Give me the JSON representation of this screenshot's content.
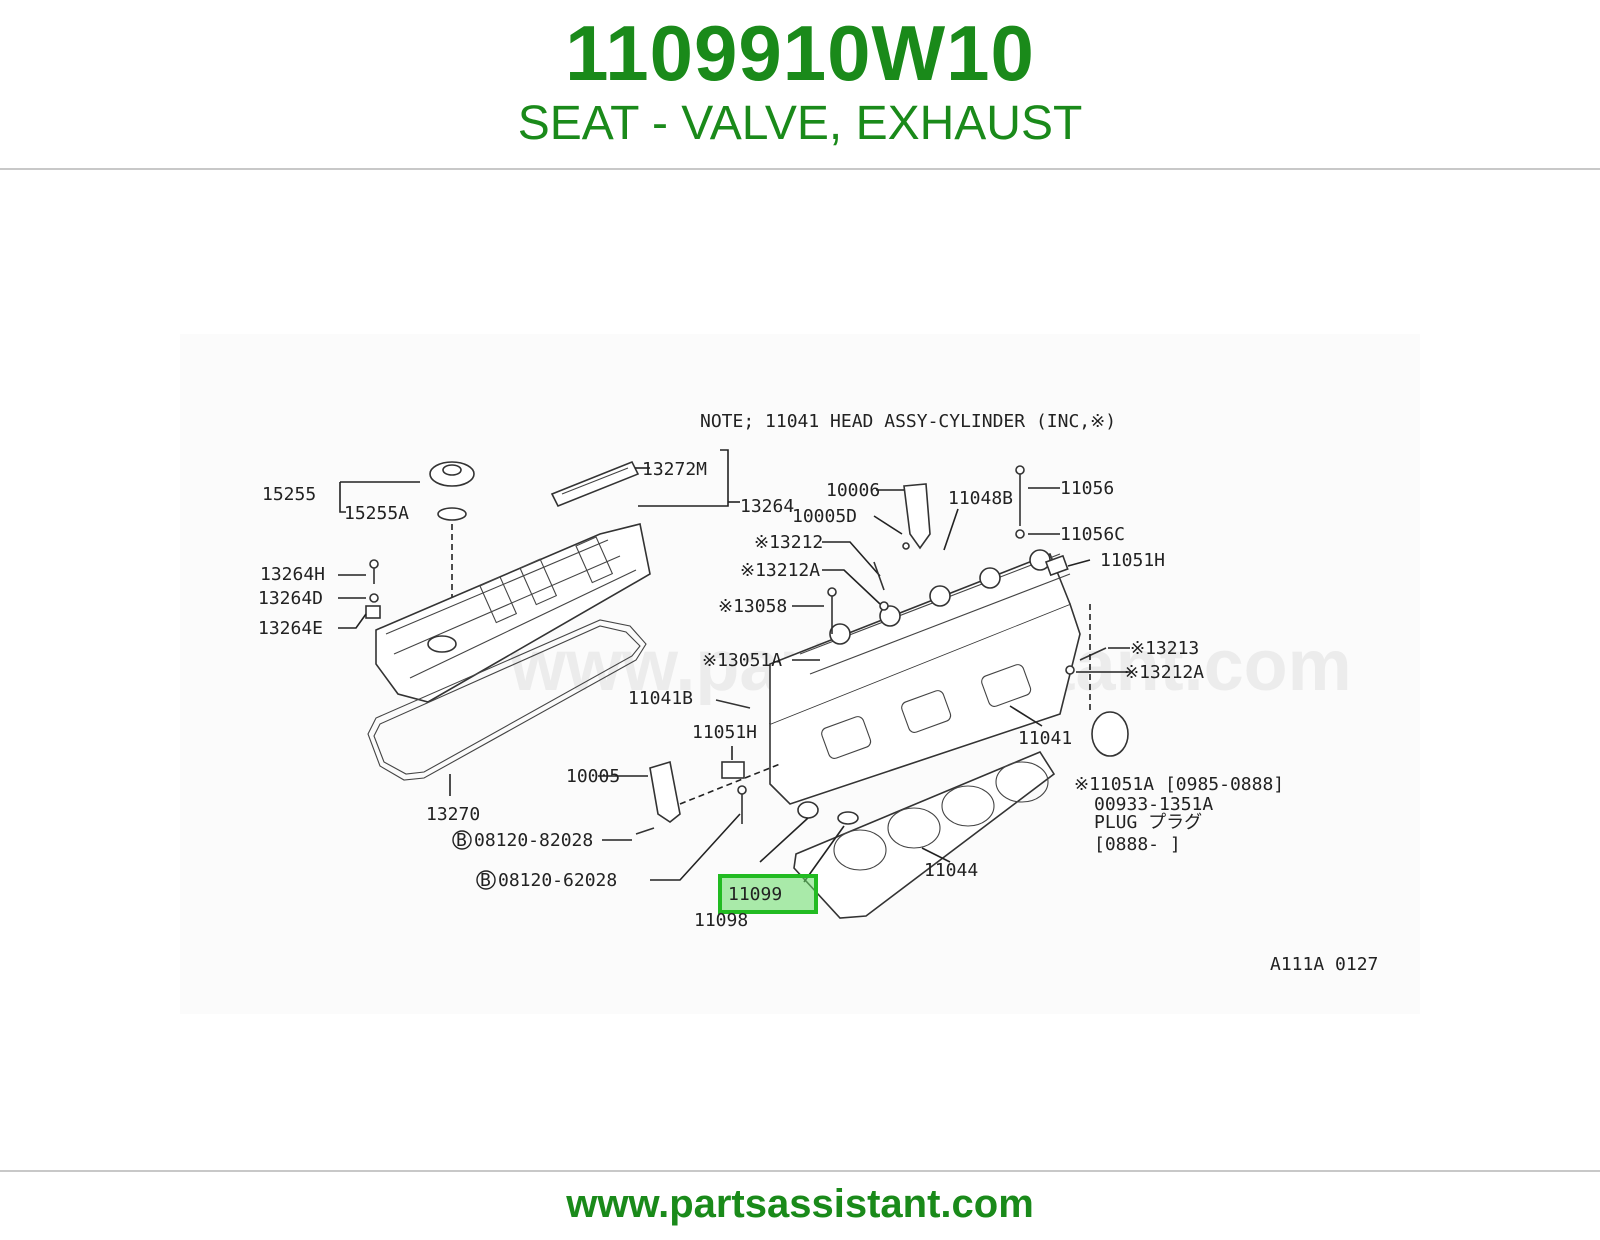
{
  "header": {
    "part_number": "1109910W10",
    "description": "SEAT - VALVE, EXHAUST"
  },
  "diagram": {
    "note": "NOTE; 11041 HEAD ASSY-CYLINDER (INC,※)",
    "watermark": "www.partsassistant.com",
    "figure_code": "A111A 0127",
    "highlight": {
      "label": "11099",
      "color": "#66dd66"
    },
    "callouts": {
      "c15255": "15255",
      "c15255A": "15255A",
      "c13272M": "13272M",
      "c13264": "13264",
      "c13264H": "13264H",
      "c13264D": "13264D",
      "c13264E": "13264E",
      "c13270": "13270",
      "c08120_82028": "08120-82028",
      "c08120_62028": "08120-62028",
      "c10006": "10006",
      "c10005D": "10005D",
      "c11048B": "11048B",
      "c11056": "11056",
      "c11056C": "11056C",
      "c11051H_top": "11051H",
      "c13212": "※13212",
      "c13212A_top": "※13212A",
      "c13058": "※13058",
      "c13213": "※13213",
      "c13212A_right": "※13212A",
      "c13051A": "※13051A",
      "c11041B": "11041B",
      "c11041": "11041",
      "c11051H_low": "11051H",
      "c10005": "10005",
      "c11051A": "※11051A [0985-0888]",
      "c00933": "00933-1351A",
      "plug": "PLUG プラグ",
      "c0888": "[0888-    ]",
      "c11044": "11044",
      "c11098": "11098",
      "b_marker": "B"
    }
  },
  "footer": {
    "url": "www.partsassistant.com"
  }
}
